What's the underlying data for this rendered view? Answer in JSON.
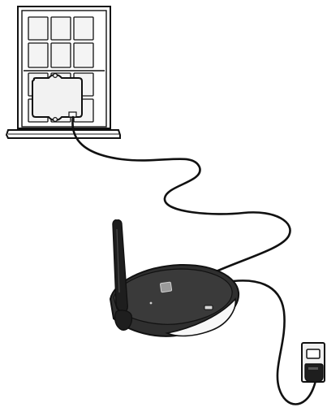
{
  "diagram": {
    "components": [
      {
        "id": "window",
        "icon": "window-icon"
      },
      {
        "id": "outdoor-antenna",
        "icon": "antenna-panel-icon"
      },
      {
        "id": "cable-antenna-to-booster",
        "icon": "cable-icon"
      },
      {
        "id": "signal-booster",
        "icon": "router-icon"
      },
      {
        "id": "booster-antenna",
        "icon": "antenna-icon"
      },
      {
        "id": "power-cable",
        "icon": "cable-icon"
      },
      {
        "id": "wall-outlet",
        "icon": "power-outlet-icon"
      }
    ],
    "colors": {
      "line": "#111111",
      "window_frame": "#ffffff",
      "pane_fill": "#f4f4f4",
      "antenna_panel": "#f2f2f2",
      "device_body": "#2f2f2f",
      "device_top": "#3a3a3a",
      "device_light": "#f7f7f7",
      "outlet": "#f0f0f0"
    }
  }
}
